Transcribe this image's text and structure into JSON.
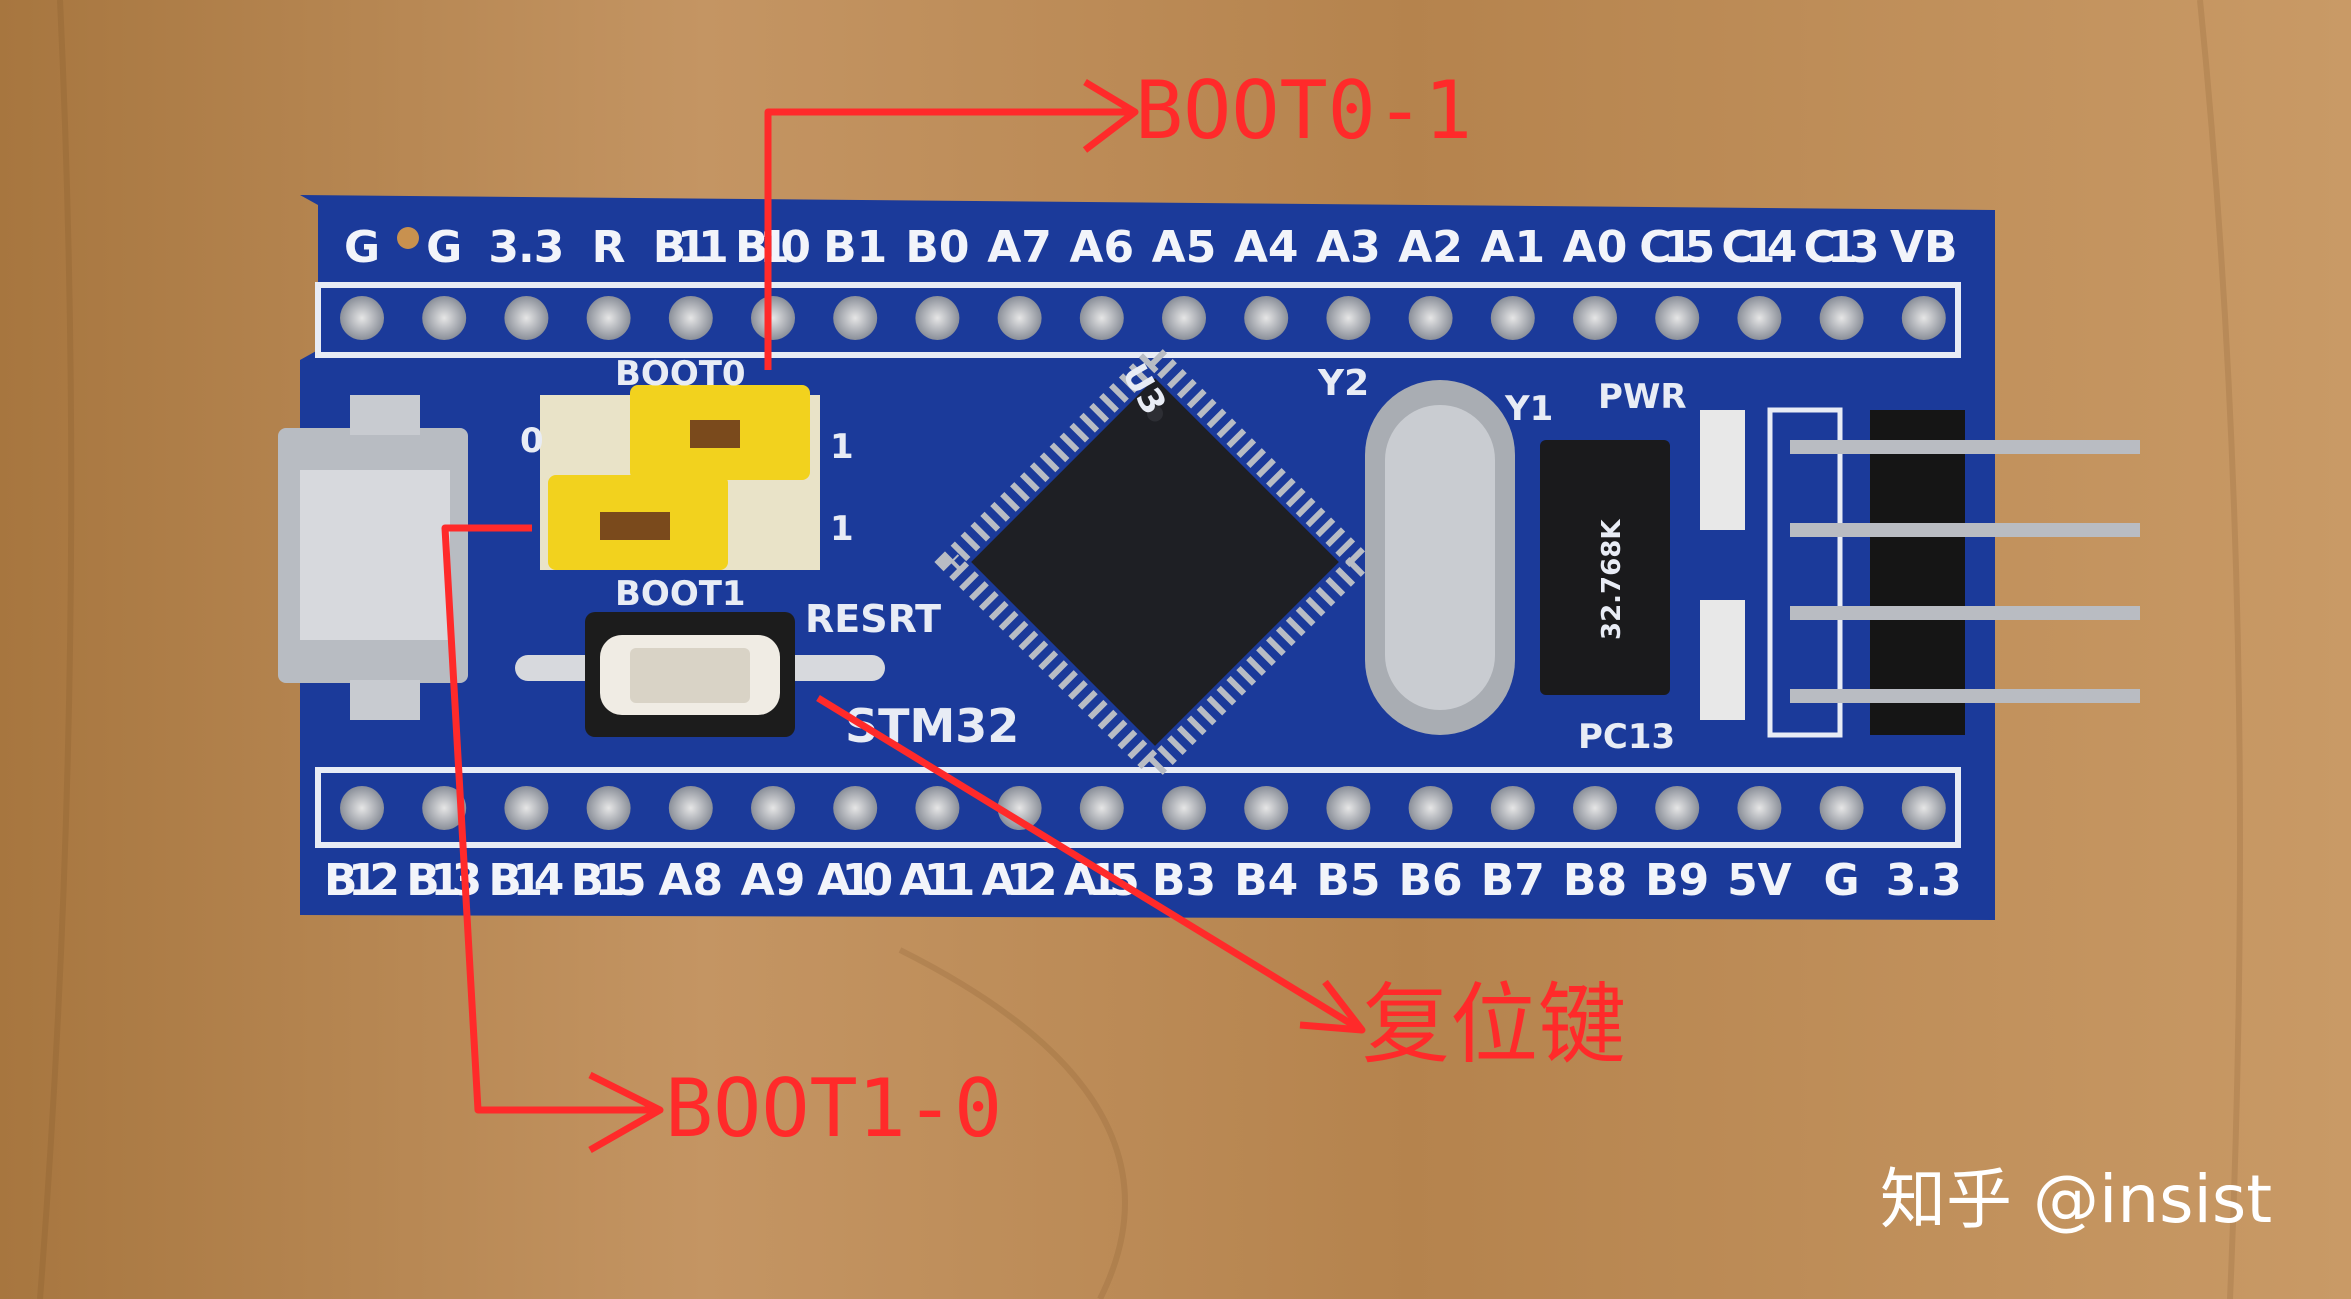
{
  "board": {
    "top_pins": [
      "G",
      "G",
      "3.3",
      "R",
      "B11",
      "B10",
      "B1",
      "B0",
      "A7",
      "A6",
      "A5",
      "A4",
      "A3",
      "A2",
      "A1",
      "A0",
      "C15",
      "C14",
      "C13",
      "VB"
    ],
    "bottom_pins": [
      "B12",
      "B13",
      "B14",
      "B15",
      "A8",
      "A9",
      "A10",
      "A11",
      "A12",
      "A15",
      "B3",
      "B4",
      "B5",
      "B6",
      "B7",
      "B8",
      "B9",
      "5V",
      "G",
      "3.3"
    ],
    "silkscreen": {
      "boot0": "BOOT0",
      "boot1": "BOOT1",
      "reset": "RESRT",
      "brand": "STM32",
      "u3": "U3",
      "y2": "Y2",
      "y1": "Y1",
      "pwr": "PWR",
      "pc13": "PC13",
      "jumper_0": "0",
      "jumper_1": "1",
      "crystal_32k": "32.768K"
    },
    "colors": {
      "pcb": "#1b3a9a",
      "wood": "#b98a57",
      "jumper": "#f2d21e",
      "annotation": "#ff2a2a"
    }
  },
  "annotations": {
    "boot0": "BOOT0-1",
    "boot1": "BOOT1-0",
    "reset": "复位键"
  },
  "watermark": "知乎 @insist"
}
